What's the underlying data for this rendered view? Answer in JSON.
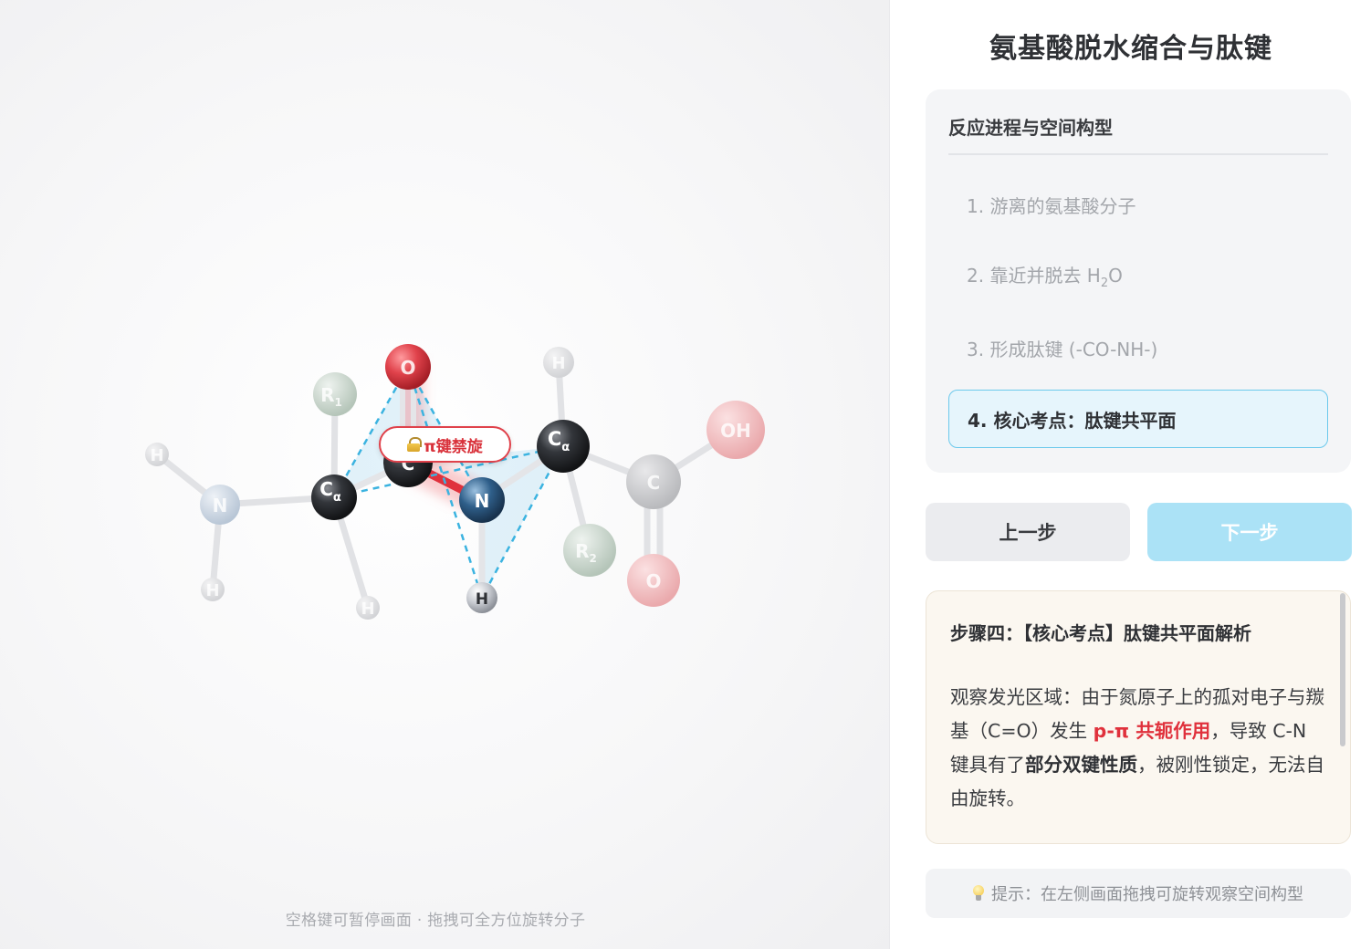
{
  "canvas": {
    "hint": "空格键可暂停画面 · 拖拽可全方位旋转分子",
    "badge_label": "π键禁旋",
    "atoms": {
      "h_left": "H",
      "n1": "N",
      "h_bottom_left": "H",
      "ca1_main": "C",
      "ca1_sub": "α",
      "r1_main": "R",
      "r1_sub": "1",
      "h_ca1_bottom": "H",
      "o_carbonyl": "O",
      "c_carbonyl": "C",
      "n2": "N",
      "h_amide": "H",
      "h_top": "H",
      "ca2_main": "C",
      "ca2_sub": "α",
      "r2_main": "R",
      "r2_sub": "2",
      "c_terminal": "C",
      "oh_terminal": "OH",
      "o_terminal": "O"
    },
    "colors": {
      "oxygen": "#e0424b",
      "nitrogen": "#2f5f8a",
      "carbon": "#2a2c30",
      "plane_dash": "#3bb3e0",
      "peptide_bond": "#e0313c"
    }
  },
  "panel": {
    "title": "氨基酸脱水缩合与肽键",
    "steps_heading": "反应进程与空间构型",
    "steps": [
      {
        "label": "1. 游离的氨基酸分子"
      },
      {
        "label_pre": "2. 靠近并脱去 H",
        "label_sub": "2",
        "label_post": "O"
      },
      {
        "label": "3. 形成肽键 (-CO-NH-)"
      },
      {
        "label": "4. 核心考点：肽键共平面",
        "active": true
      }
    ],
    "prev_label": "上一步",
    "next_label": "下一步",
    "explain": {
      "title": "步骤四：【核心考点】肽键共平面解析",
      "p1": "观察发光区域：由于氮原子上的孤对电子与羰基（C=O）发生 ",
      "hl1": "p-π 共轭作用",
      "p2": "，导致 C-N 键具有了",
      "bd1": "部分双键性质",
      "p3": "，被刚性锁定，无法自由旋转。"
    },
    "tip": "提示：在左侧画面拖拽可旋转观察空间构型",
    "icons": {
      "tip": "lightbulb-icon",
      "badge": "lock-icon"
    }
  }
}
